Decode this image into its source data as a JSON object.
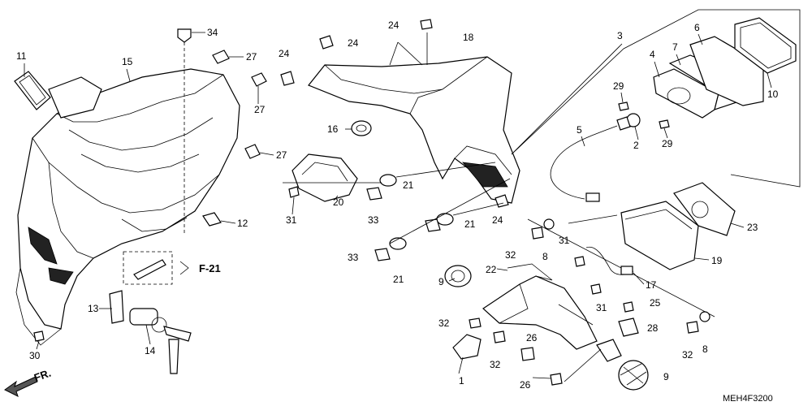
{
  "diagram": {
    "code": "MEH4F3200",
    "direction_label": "FR.",
    "ref_label": "F-21",
    "labels": {
      "p1": "1",
      "p2": "2",
      "p3": "3",
      "p4": "4",
      "p5": "5",
      "p6": "6",
      "p7": "7",
      "p8a": "8",
      "p8b": "8",
      "p9a": "9",
      "p9b": "9",
      "p10": "10",
      "p11": "11",
      "p12": "12",
      "p13": "13",
      "p14": "14",
      "p15": "15",
      "p16": "16",
      "p17": "17",
      "p18": "18",
      "p19": "19",
      "p20": "20",
      "p21a": "21",
      "p21b": "21",
      "p21c": "21",
      "p22": "22",
      "p23": "23",
      "p24a": "24",
      "p24b": "24",
      "p24c": "24",
      "p24d": "24",
      "p25": "25",
      "p26a": "26",
      "p26b": "26",
      "p27a": "27",
      "p27b": "27",
      "p27c": "27",
      "p28": "28",
      "p29a": "29",
      "p29b": "29",
      "p30": "30",
      "p31a": "31",
      "p31b": "31",
      "p31c": "31",
      "p32a": "32",
      "p32b": "32",
      "p32c": "32",
      "p32d": "32",
      "p33a": "33",
      "p33b": "33",
      "p34": "34"
    }
  }
}
